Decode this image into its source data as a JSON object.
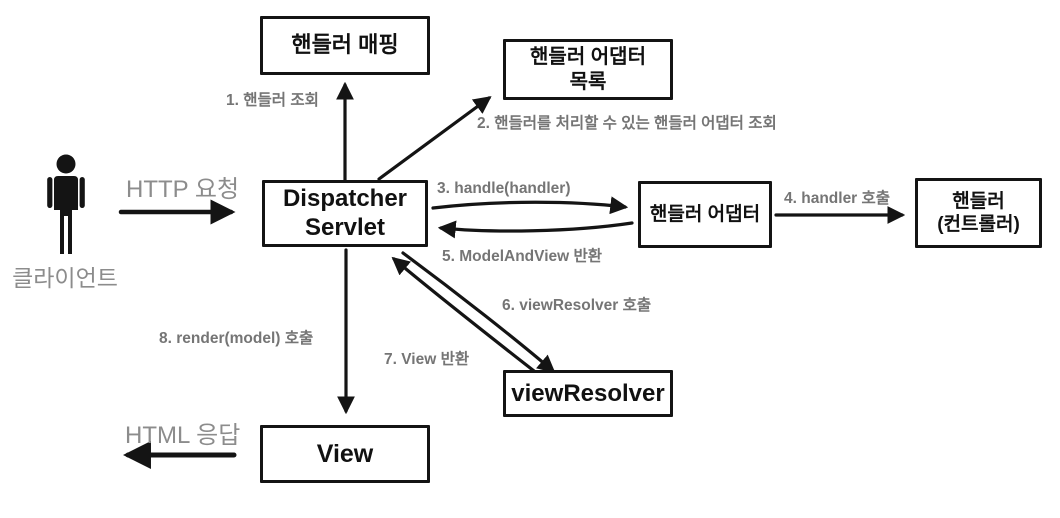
{
  "colors": {
    "line": "#141414",
    "box_border": "#141414",
    "box_bg": "#ffffff",
    "step_label": "#757575",
    "client_label": "#8c8c8c",
    "background": "#ffffff"
  },
  "client": {
    "label": "클라이언트",
    "request": "HTTP 요청",
    "response": "HTML 응답"
  },
  "boxes": {
    "handler_mapping": {
      "label": "핸들러 매핑"
    },
    "handler_adapter_list": {
      "line1": "핸들러 어댑터",
      "line2": "목록"
    },
    "dispatcher_servlet": {
      "line1": "Dispatcher",
      "line2": "Servlet"
    },
    "handler_adapter": {
      "label": "핸들러 어댑터"
    },
    "handler_controller": {
      "line1": "핸들러",
      "line2": "(컨트롤러)"
    },
    "view_resolver": {
      "label": "viewResolver"
    },
    "view": {
      "label": "View"
    }
  },
  "steps": {
    "s1": "1. 핸들러 조회",
    "s2": "2. 핸들러를 처리할 수 있는 핸들러 어댑터 조회",
    "s3": "3. handle(handler)",
    "s4": "4. handler 호출",
    "s5": "5. ModelAndView 반환",
    "s6": "6. viewResolver 호출",
    "s7": "7. View 반환",
    "s8": "8. render(model) 호출"
  }
}
